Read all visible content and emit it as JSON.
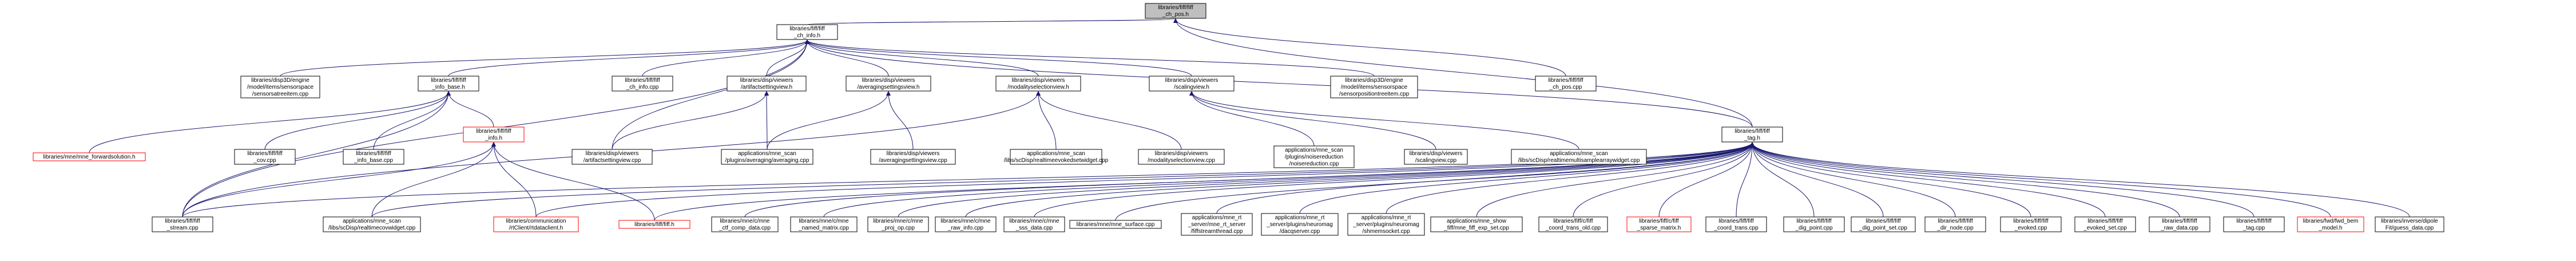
{
  "graph": {
    "colors": {
      "edge": "#191970",
      "node_border": "#000000",
      "current_fill": "#bfbfbf",
      "missing_border": "#ff0000",
      "background": "#ffffff"
    },
    "nodes": [
      {
        "id": "root",
        "lines": [
          "libraries/fiff/fiff",
          "_ch_pos.h"
        ],
        "status": "current"
      },
      {
        "id": "ch_pos_cpp",
        "lines": [
          "libraries/fiff/fiff",
          "_ch_pos.cpp"
        ]
      },
      {
        "id": "ch_info_h",
        "lines": [
          "libraries/fiff/fiff",
          "_ch_info.h"
        ]
      },
      {
        "id": "sensorsatree_h",
        "lines": [
          "libraries/disp3D/engine",
          "/model/items/sensorspace",
          "/sensorsatreeitem.cpp"
        ]
      },
      {
        "id": "info_base_h",
        "lines": [
          "libraries/fiff/fiff",
          "_info_base.h"
        ]
      },
      {
        "id": "ch_info_cpp",
        "lines": [
          "libraries/fiff/fiff",
          "_ch_info.cpp"
        ]
      },
      {
        "id": "artifactsetting_h",
        "lines": [
          "libraries/disp/viewers",
          "/artifactsettingview.h"
        ]
      },
      {
        "id": "averaging_h",
        "lines": [
          "libraries/disp/viewers",
          "/averagingsettingsview.h"
        ]
      },
      {
        "id": "modalitysel_h",
        "lines": [
          "libraries/disp/viewers",
          "/modalityselectionview.h"
        ]
      },
      {
        "id": "scaling_h",
        "lines": [
          "libraries/disp/viewers",
          "/scalingview.h"
        ]
      },
      {
        "id": "sensorpos_cpp",
        "lines": [
          "libraries/disp3D/engine",
          "/model/items/sensorspace",
          "/sensorpositiontreeitem.cpp"
        ]
      },
      {
        "id": "forward_h",
        "lines": [
          "libraries/mne/mne_forwardsolution.h"
        ],
        "status": "missing"
      },
      {
        "id": "cov_cpp",
        "lines": [
          "libraries/fiff/fiff",
          "_cov.cpp"
        ]
      },
      {
        "id": "info_base_cpp",
        "lines": [
          "libraries/fiff/fiff",
          "_info_base.cpp"
        ]
      },
      {
        "id": "info_h",
        "lines": [
          "libraries/fiff/fiff",
          "_info.h"
        ],
        "status": "missing"
      },
      {
        "id": "artifactsetting_cpp",
        "lines": [
          "libraries/disp/viewers",
          "/artifactsettingview.cpp"
        ]
      },
      {
        "id": "averaging_scan_cpp",
        "lines": [
          "applications/mne_scan",
          "/plugins/averaging/averaging.cpp"
        ]
      },
      {
        "id": "averaging_cpp",
        "lines": [
          "libraries/disp/viewers",
          "/averagingsettingsview.cpp"
        ]
      },
      {
        "id": "realtimeevoked_cpp",
        "lines": [
          "applications/mne_scan",
          "/libs/scDisp/realtimeevokedsetwidget.cpp"
        ]
      },
      {
        "id": "modalitysel_cpp",
        "lines": [
          "libraries/disp/viewers",
          "/modalityselectionview.cpp"
        ]
      },
      {
        "id": "noisereduction_cpp",
        "lines": [
          "applications/mne_scan",
          "/plugins/noisereduction",
          "/noisereduction.cpp"
        ]
      },
      {
        "id": "scaling_cpp",
        "lines": [
          "libraries/disp/viewers",
          "/scalingview.cpp"
        ]
      },
      {
        "id": "multisample_cpp",
        "lines": [
          "applications/mne_scan",
          "/libs/scDisp/realtimemultisamplearraywidget.cpp"
        ]
      },
      {
        "id": "tag_h",
        "lines": [
          "libraries/fiff/fiff",
          "_tag.h"
        ]
      },
      {
        "id": "stream_cpp",
        "lines": [
          "libraries/fiff/fiff",
          "_stream.cpp"
        ]
      },
      {
        "id": "realtimecov_cpp",
        "lines": [
          "applications/mne_scan",
          "/libs/scDisp/realtimecovwidget.cpp"
        ]
      },
      {
        "id": "rtclient_h",
        "lines": [
          "libraries/communication",
          "/rtClient/rtdataclient.h"
        ],
        "status": "missing"
      },
      {
        "id": "fiff_h",
        "lines": [
          "libraries/fiff/fiff.h"
        ],
        "status": "missing"
      },
      {
        "id": "ctf_comp_cpp",
        "lines": [
          "libraries/mne/c/mne",
          "_ctf_comp_data.cpp"
        ]
      },
      {
        "id": "named_matrix_cpp",
        "lines": [
          "libraries/mne/c/mne",
          "_named_matrix.cpp"
        ]
      },
      {
        "id": "proj_op_cpp",
        "lines": [
          "libraries/mne/c/mne",
          "_proj_op.cpp"
        ]
      },
      {
        "id": "raw_info_cpp",
        "lines": [
          "libraries/mne/c/mne",
          "_raw_info.cpp"
        ]
      },
      {
        "id": "sss_data_cpp",
        "lines": [
          "libraries/mne/c/mne",
          "_sss_data.cpp"
        ]
      },
      {
        "id": "mne_surface_cpp",
        "lines": [
          "libraries/mne/mne_surface.cpp"
        ]
      },
      {
        "id": "fiffstream_cpp",
        "lines": [
          "applications/mne_rt",
          "_server/mne_rt_server",
          "/fiffstreamthread.cpp"
        ]
      },
      {
        "id": "dacqserver_cpp",
        "lines": [
          "applications/mne_rt",
          "_server/plugins/neuromag",
          "/dacqserver.cpp"
        ]
      },
      {
        "id": "shmemsocket_cpp",
        "lines": [
          "applications/mne_rt",
          "_server/plugins/neuromag",
          "/shmemsocket.cpp"
        ]
      },
      {
        "id": "show_fiff_cpp",
        "lines": [
          "applications/mne_show",
          "_fiff/mne_fiff_exp_set.cpp"
        ]
      },
      {
        "id": "coord_trans_old_cpp",
        "lines": [
          "libraries/fiff/c/fiff",
          "_coord_trans_old.cpp"
        ]
      },
      {
        "id": "sparse_matrix_h",
        "lines": [
          "libraries/fiff/c/fiff",
          "_sparse_matrix.h"
        ],
        "status": "missing"
      },
      {
        "id": "coord_trans_cpp",
        "lines": [
          "libraries/fiff/fiff",
          "_coord_trans.cpp"
        ]
      },
      {
        "id": "dig_point_cpp",
        "lines": [
          "libraries/fiff/fiff",
          "_dig_point.cpp"
        ]
      },
      {
        "id": "dig_point_set_cpp",
        "lines": [
          "libraries/fiff/fiff",
          "_dig_point_set.cpp"
        ]
      },
      {
        "id": "dir_node_cpp",
        "lines": [
          "libraries/fiff/fiff",
          "_dir_node.cpp"
        ]
      },
      {
        "id": "evoked_cpp",
        "lines": [
          "libraries/fiff/fiff",
          "_evoked.cpp"
        ]
      },
      {
        "id": "evoked_set_cpp",
        "lines": [
          "libraries/fiff/fiff",
          "_evoked_set.cpp"
        ]
      },
      {
        "id": "raw_data_cpp",
        "lines": [
          "libraries/fiff/fiff",
          "_raw_data.cpp"
        ]
      },
      {
        "id": "tag_cpp",
        "lines": [
          "libraries/fiff/fiff",
          "_tag.cpp"
        ]
      },
      {
        "id": "hpifwd_h",
        "lines": [
          "libraries/fwd/fwd_bem",
          "_model.h"
        ],
        "status": "missing"
      },
      {
        "id": "guess_data_cpp",
        "lines": [
          "libraries/inverse/dipole",
          "Fit/guess_data.cpp"
        ]
      }
    ]
  }
}
